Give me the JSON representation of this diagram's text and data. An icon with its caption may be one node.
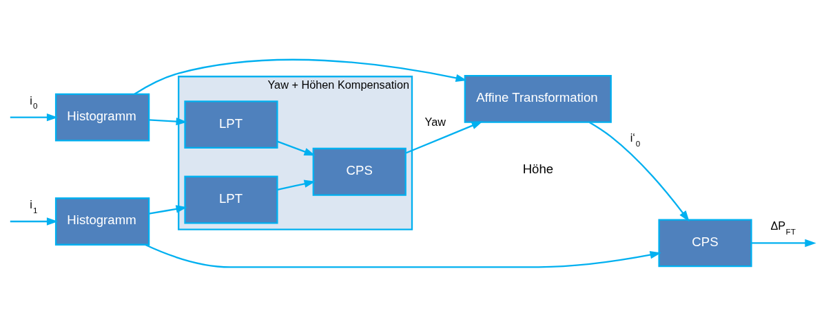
{
  "diagram": {
    "nodes": [
      {
        "text": [
          "Histogramm"
        ]
      },
      {
        "text": [
          "Histogramm"
        ]
      },
      {
        "text": [
          "Yaw + Höhen Kompensation"
        ]
      },
      {
        "text": [
          "LPT"
        ],
        "in": 2
      },
      {
        "text": [
          "LPT"
        ],
        "in": 2
      },
      {
        "text": [
          "CPS"
        ],
        "in": 2
      },
      {
        "text": [
          "Affine Transformation"
        ]
      },
      {
        "text": [
          "CPS"
        ]
      }
    ],
    "edges": [
      {
        "from": null,
        "to": 0,
        "arrow": "to",
        "label": "i$_{0}$"
      },
      {
        "from": null,
        "to": 1,
        "arrow": "to",
        "label": "i$_{1}$"
      },
      {
        "from": 0,
        "to": 3,
        "arrow": "to"
      },
      {
        "from": 0,
        "to": 6,
        "arrow": "to"
      },
      {
        "from": 1,
        "to": 4,
        "arrow": "to"
      },
      {
        "from": 1,
        "to": 7,
        "arrow": "to"
      },
      {
        "from": 3,
        "to": 5,
        "arrow": "to"
      },
      {
        "from": 4,
        "to": 5,
        "arrow": "to"
      },
      {
        "from": 5,
        "to": 6,
        "arrow": "to",
        "label": "Yaw"
      },
      {
        "from": 6,
        "to": 7,
        "arrow": "to",
        "label": "i‘$_{0}$"
      },
      {
        "from": 7,
        "to": null,
        "arrow": "to",
        "label": "ΔP$_{FT}$"
      }
    ],
    "labels": [
      "Höhe"
    ]
  }
}
